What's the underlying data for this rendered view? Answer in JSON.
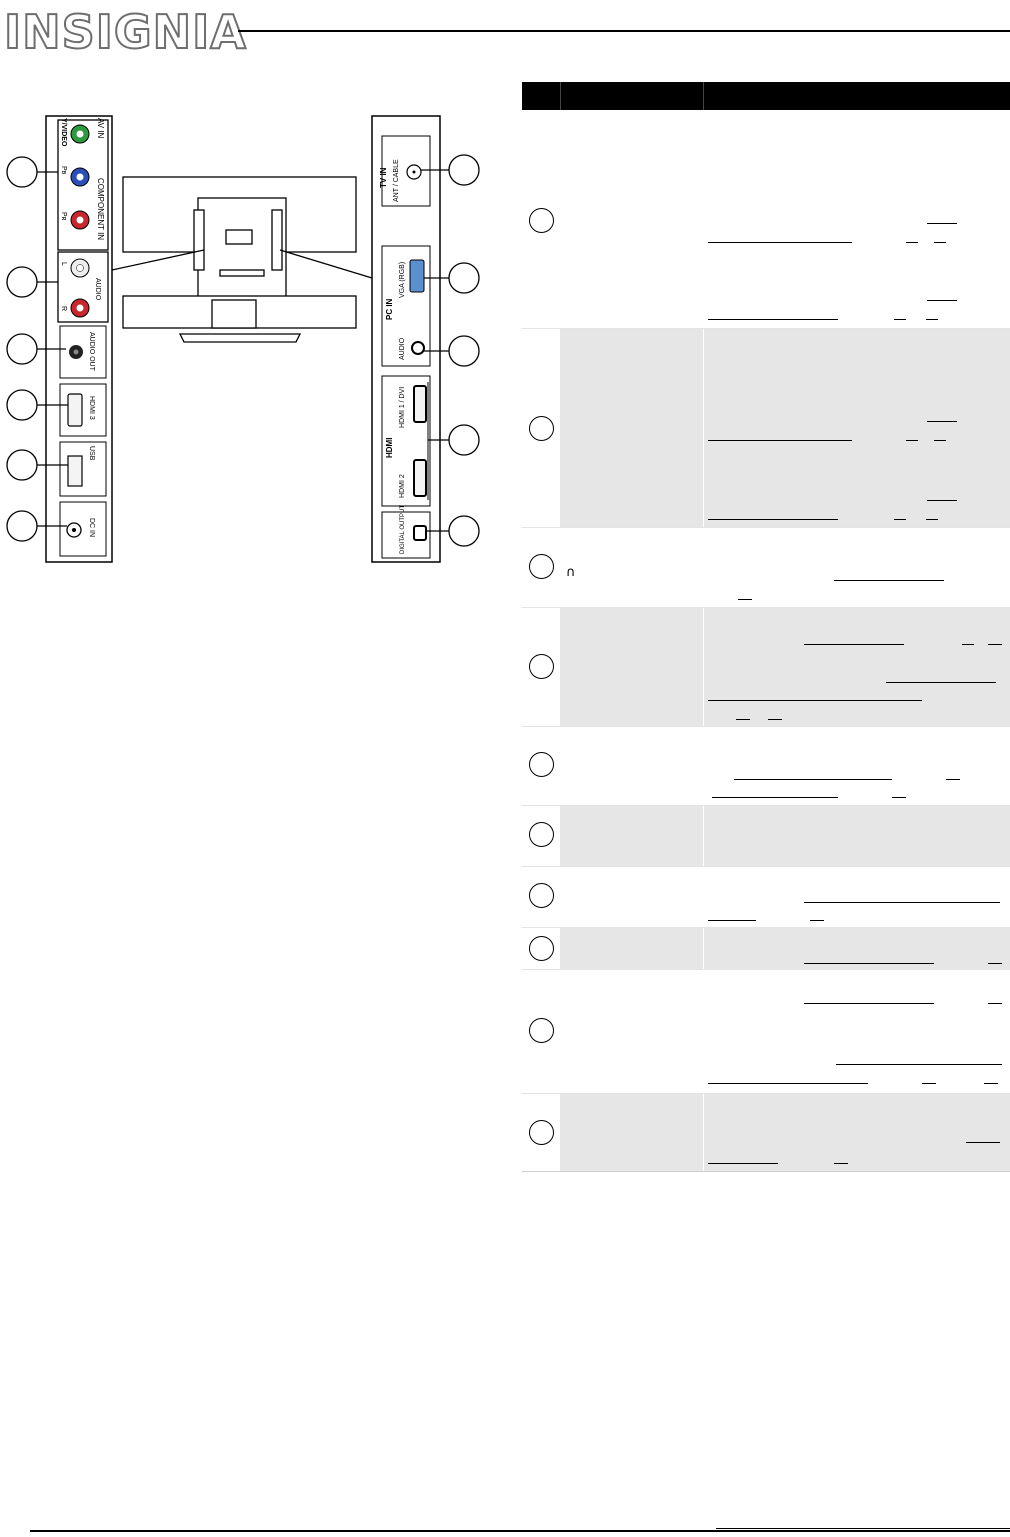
{
  "header": {
    "logo_text": "INSIGNIA",
    "logo_accent_color": "#f2b021"
  },
  "diagram": {
    "left_panel": {
      "av_in": "AV IN",
      "y_video": "Y/VIDEO",
      "pb": "Pʙ",
      "pr": "Pʀ",
      "component_in": "COMPONENT IN",
      "audio": "AUDIO",
      "audio_l": "L",
      "audio_r": "R",
      "audio_out": "AUDIO OUT",
      "hdmi3": "HDMI 3",
      "usb": "USB",
      "dc_in": "DC IN"
    },
    "right_panel": {
      "tv_in": "TV IN",
      "ant_cable": "ANT / CABLE",
      "pc_in": "PC IN",
      "vga": "VGA (RGB)",
      "pc_audio": "AUDIO",
      "hdmi_logo": "HDMI",
      "hdmi1": "HDMI 1 / DVI",
      "hdmi2": "HDMI 2",
      "digital_output": "DIGITAL OUTPUT"
    },
    "colors": {
      "green_jack": "#2e9a3f",
      "blue_jack": "#2b4fb8",
      "red_jack": "#c8282d",
      "vga_blue": "#5a8fd0",
      "panel_gray": "#dcdcdc"
    }
  },
  "table": {
    "headers": [
      "",
      "",
      ""
    ]
  }
}
